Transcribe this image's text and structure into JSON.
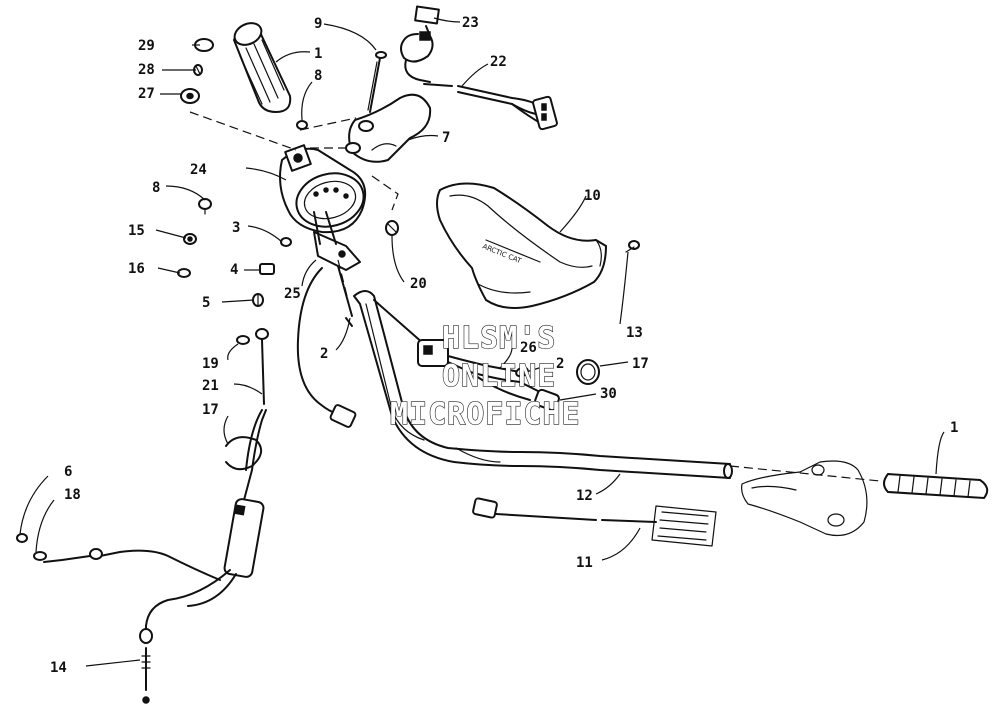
{
  "watermark": {
    "line1": "HLSM'S",
    "line2": "ONLINE",
    "line3": "MICROFICHE"
  },
  "callouts": [
    {
      "id": "c29",
      "label": "29"
    },
    {
      "id": "c28",
      "label": "28"
    },
    {
      "id": "c27",
      "label": "27"
    },
    {
      "id": "c1a",
      "label": "1"
    },
    {
      "id": "c8a",
      "label": "8"
    },
    {
      "id": "c9",
      "label": "9"
    },
    {
      "id": "c23",
      "label": "23"
    },
    {
      "id": "c22",
      "label": "22"
    },
    {
      "id": "c7",
      "label": "7"
    },
    {
      "id": "c24",
      "label": "24"
    },
    {
      "id": "c8b",
      "label": "8"
    },
    {
      "id": "c15",
      "label": "15"
    },
    {
      "id": "c3",
      "label": "3"
    },
    {
      "id": "c16",
      "label": "16"
    },
    {
      "id": "c4",
      "label": "4"
    },
    {
      "id": "c5",
      "label": "5"
    },
    {
      "id": "c25",
      "label": "25"
    },
    {
      "id": "c2a",
      "label": "2"
    },
    {
      "id": "c20",
      "label": "20"
    },
    {
      "id": "c10",
      "label": "10"
    },
    {
      "id": "c13",
      "label": "13"
    },
    {
      "id": "c26",
      "label": "26"
    },
    {
      "id": "c2b",
      "label": "2"
    },
    {
      "id": "c17a",
      "label": "17"
    },
    {
      "id": "c30",
      "label": "30"
    },
    {
      "id": "c19",
      "label": "19"
    },
    {
      "id": "c21",
      "label": "21"
    },
    {
      "id": "c17b",
      "label": "17"
    },
    {
      "id": "c1b",
      "label": "1"
    },
    {
      "id": "c12",
      "label": "12"
    },
    {
      "id": "c11",
      "label": "11"
    },
    {
      "id": "c6",
      "label": "6"
    },
    {
      "id": "c18",
      "label": "18"
    },
    {
      "id": "c14",
      "label": "14"
    }
  ]
}
